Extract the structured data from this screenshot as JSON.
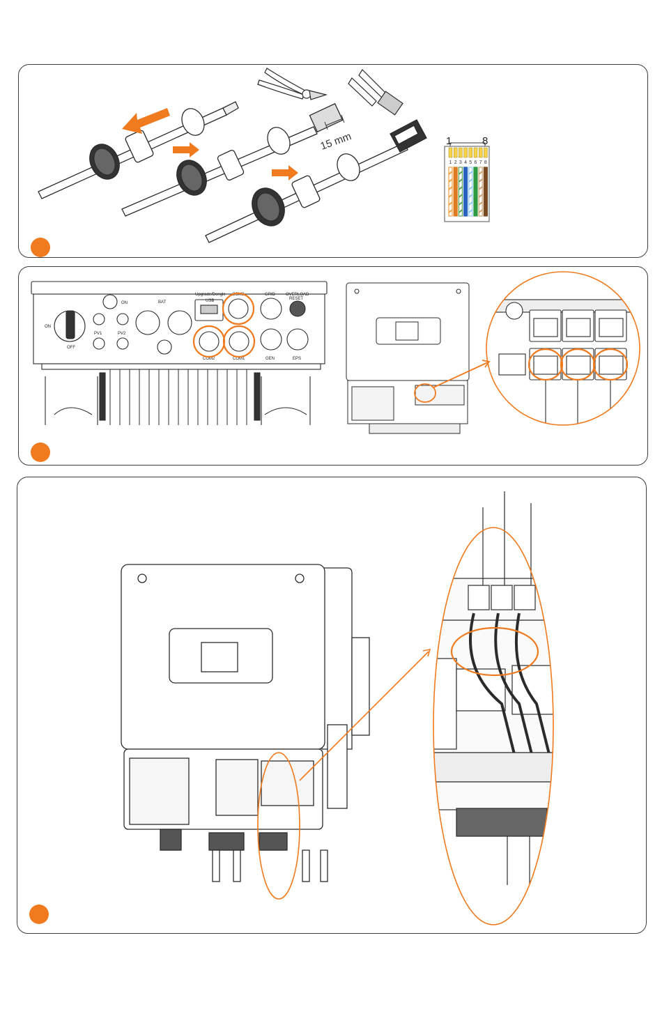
{
  "colors": {
    "accent": "#f07a1e",
    "line": "#2b2b2b",
    "panel_border": "#3c3c3c"
  },
  "step1": {
    "dimension_text": "15 mm",
    "rj45_pin_first": "1",
    "rj45_pin_last": "8",
    "rj45_pin_numbers": [
      "1",
      "2",
      "3",
      "4",
      "5",
      "6",
      "7",
      "8"
    ],
    "wire_colors": [
      "#f0a040",
      "#e07a20",
      "#58a050",
      "#2a62c0",
      "#8ec8f0",
      "#2e9a40",
      "#c9a270",
      "#7a4a22"
    ]
  },
  "step2": {
    "labels": {
      "on": "ON",
      "off": "OFF",
      "bat": "BAT",
      "upgrade": "Upgrade/Dongle",
      "usb": "USB",
      "com3": "COM3",
      "grid": "GRID",
      "overload": "OVERLOAD",
      "reset": "RESET",
      "pv1": "PV1",
      "pv2": "PV2",
      "com2": "COM2",
      "com1": "COM1",
      "gen": "GEN",
      "eps": "EPS"
    }
  }
}
